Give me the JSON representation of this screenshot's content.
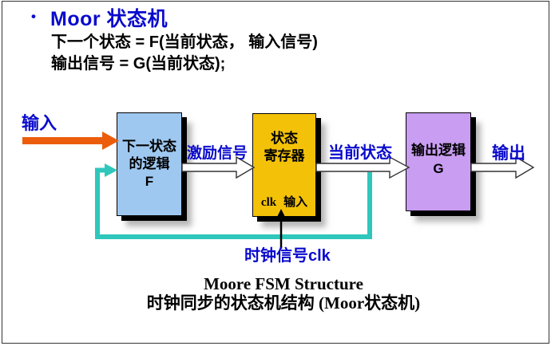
{
  "slide": {
    "header": {
      "bullet": "•",
      "title": "Moor 状态机",
      "formula_line1": "下一个状态 = F(当前状态， 输入信号)",
      "formula_line2": "输出信号 = G(当前状态);"
    },
    "diagram": {
      "input_label": "输入",
      "blocks": {
        "next_state_logic": {
          "line1": "下一状态",
          "line2": "的逻辑",
          "line3": "F"
        },
        "state_register": {
          "line1": "状态",
          "line2": "寄存器",
          "clk": "clk",
          "clk_input": "输入"
        },
        "output_logic": {
          "line1": "输出逻辑",
          "line2": "G"
        }
      },
      "labels": {
        "excitation_signal": "激励信号",
        "current_state": "当前状态",
        "output": "输出",
        "clock_signal": "时钟信号clk"
      },
      "colors": {
        "blue_text": "#0A0ACD",
        "orange_arrow": "#EC5D0B",
        "feedback_teal": "#2FC7BC",
        "next_state_box": "#9EC8F0",
        "state_register_box": "#F3C108",
        "output_logic_box": "#C99DF2",
        "arrow_fill": "#FFFFFF",
        "arrow_outline": "#333333",
        "clock_line": "#000000"
      }
    },
    "caption": {
      "line1": "Moore FSM Structure",
      "line2": "时钟同步的状态机结构 (Moor状态机)"
    }
  }
}
